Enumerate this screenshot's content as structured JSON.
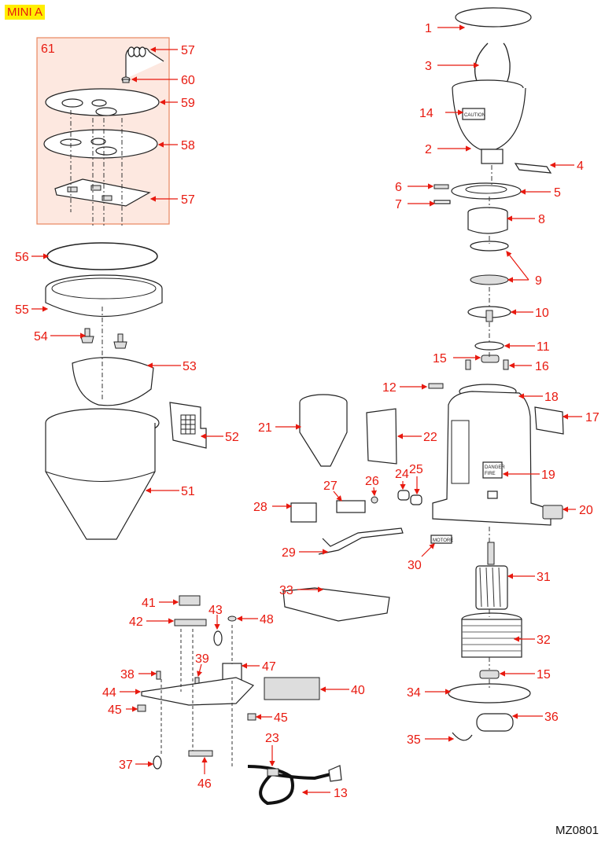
{
  "title": "MINI A",
  "document_code": "MZ0801",
  "colors": {
    "callout": "#e8190f",
    "title_bg": "#ffee00",
    "kit_box_fill": "#fde8e0",
    "kit_box_border": "#e8865f"
  },
  "kit_box": {
    "number": "61"
  },
  "part_tags": {
    "caution": "CAUTION",
    "danger_line1": "DANGER",
    "danger_line2": "FIRE",
    "motor": "MOTORE"
  },
  "callouts": [
    {
      "id": "c1",
      "number": "1"
    },
    {
      "id": "c2",
      "number": "2"
    },
    {
      "id": "c3",
      "number": "3"
    },
    {
      "id": "c4",
      "number": "4"
    },
    {
      "id": "c5",
      "number": "5"
    },
    {
      "id": "c6",
      "number": "6"
    },
    {
      "id": "c7",
      "number": "7"
    },
    {
      "id": "c8",
      "number": "8"
    },
    {
      "id": "c9",
      "number": "9"
    },
    {
      "id": "c10",
      "number": "10"
    },
    {
      "id": "c11",
      "number": "11"
    },
    {
      "id": "c12",
      "number": "12"
    },
    {
      "id": "c13",
      "number": "13"
    },
    {
      "id": "c14",
      "number": "14"
    },
    {
      "id": "c15a",
      "number": "15"
    },
    {
      "id": "c15b",
      "number": "15"
    },
    {
      "id": "c16",
      "number": "16"
    },
    {
      "id": "c17",
      "number": "17"
    },
    {
      "id": "c18",
      "number": "18"
    },
    {
      "id": "c19",
      "number": "19"
    },
    {
      "id": "c20",
      "number": "20"
    },
    {
      "id": "c21",
      "number": "21"
    },
    {
      "id": "c22",
      "number": "22"
    },
    {
      "id": "c23",
      "number": "23"
    },
    {
      "id": "c24",
      "number": "24"
    },
    {
      "id": "c25",
      "number": "25"
    },
    {
      "id": "c26",
      "number": "26"
    },
    {
      "id": "c27",
      "number": "27"
    },
    {
      "id": "c28",
      "number": "28"
    },
    {
      "id": "c29",
      "number": "29"
    },
    {
      "id": "c30",
      "number": "30"
    },
    {
      "id": "c31",
      "number": "31"
    },
    {
      "id": "c32",
      "number": "32"
    },
    {
      "id": "c33",
      "number": "33"
    },
    {
      "id": "c34",
      "number": "34"
    },
    {
      "id": "c35",
      "number": "35"
    },
    {
      "id": "c36",
      "number": "36"
    },
    {
      "id": "c37",
      "number": "37"
    },
    {
      "id": "c38",
      "number": "38"
    },
    {
      "id": "c39",
      "number": "39"
    },
    {
      "id": "c40",
      "number": "40"
    },
    {
      "id": "c41",
      "number": "41"
    },
    {
      "id": "c42",
      "number": "42"
    },
    {
      "id": "c43",
      "number": "43"
    },
    {
      "id": "c44",
      "number": "44"
    },
    {
      "id": "c45a",
      "number": "45"
    },
    {
      "id": "c45b",
      "number": "45"
    },
    {
      "id": "c46",
      "number": "46"
    },
    {
      "id": "c47",
      "number": "47"
    },
    {
      "id": "c48",
      "number": "48"
    },
    {
      "id": "c51",
      "number": "51"
    },
    {
      "id": "c52",
      "number": "52"
    },
    {
      "id": "c53",
      "number": "53"
    },
    {
      "id": "c54",
      "number": "54"
    },
    {
      "id": "c55",
      "number": "55"
    },
    {
      "id": "c56",
      "number": "56"
    },
    {
      "id": "c57a",
      "number": "57"
    },
    {
      "id": "c57b",
      "number": "57"
    },
    {
      "id": "c58",
      "number": "58"
    },
    {
      "id": "c59",
      "number": "59"
    },
    {
      "id": "c60",
      "number": "60"
    }
  ]
}
